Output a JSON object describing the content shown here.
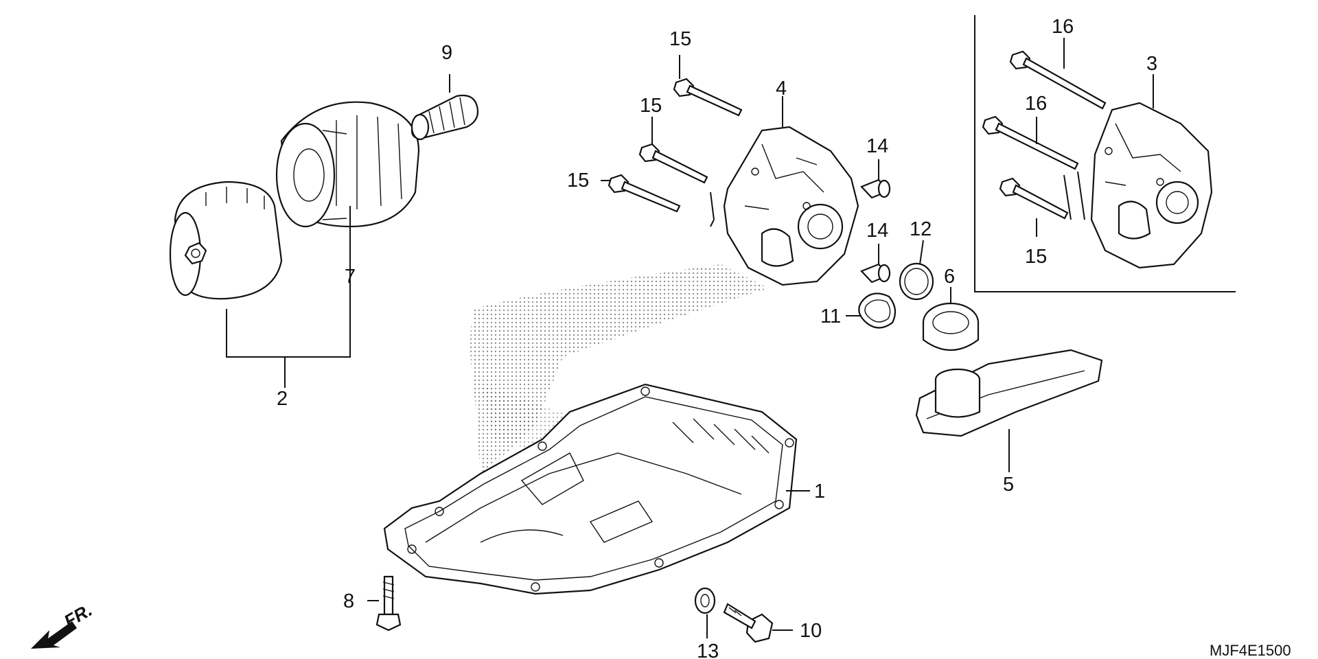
{
  "diagram": {
    "code": "MJF4E1500",
    "front_label": "FR.",
    "callouts": [
      "1",
      "2",
      "3",
      "4",
      "5",
      "6",
      "7",
      "8",
      "9",
      "10",
      "11",
      "12",
      "13",
      "14",
      "14",
      "15",
      "15",
      "15",
      "15",
      "16",
      "16"
    ]
  },
  "colors": {
    "line": "#111111",
    "background": "#ffffff",
    "dots": "#555555"
  },
  "icons": {
    "front": "arrow-left-down-icon"
  }
}
